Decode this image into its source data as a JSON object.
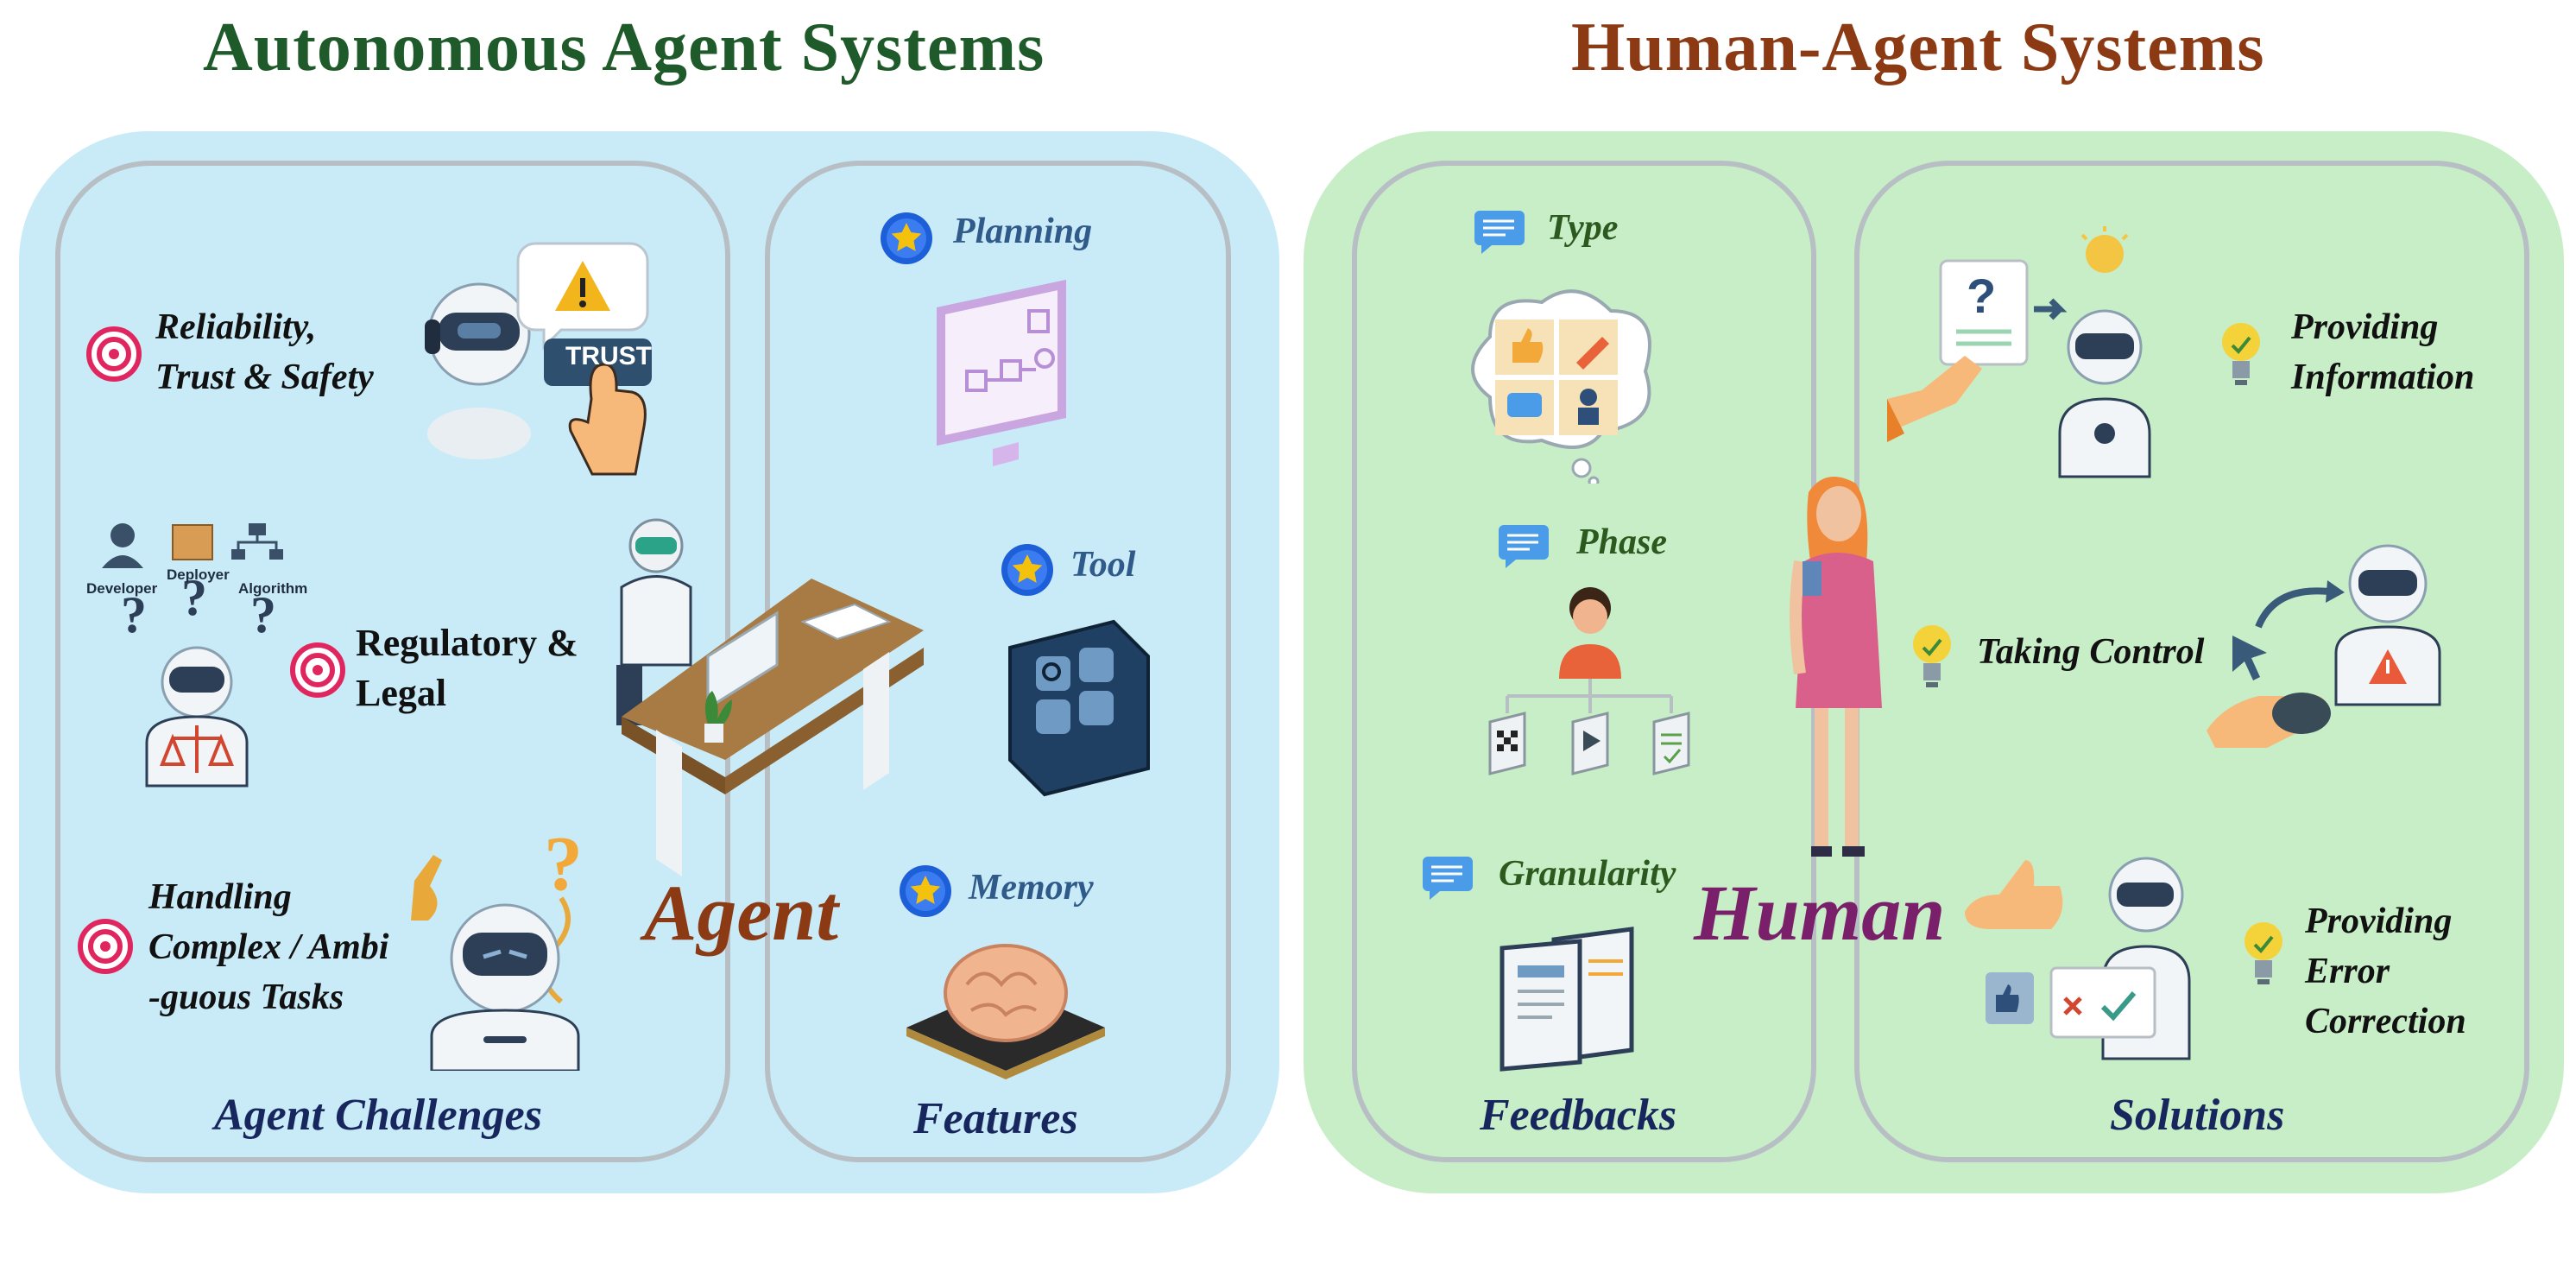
{
  "titles": {
    "left": "Autonomous Agent Systems",
    "right": "Human-Agent Systems"
  },
  "colors": {
    "left_title": "#1f5a2b",
    "right_title": "#8b3a14",
    "left_panel": "#c9ebf8",
    "right_panel": "#c8eec8",
    "agent_word": "#8b3a14",
    "human_word": "#7a1f6a",
    "section_label": "#17275e"
  },
  "challenges": {
    "section_label": "Agent Challenges",
    "items": [
      {
        "line1": "Reliability,",
        "line2": "Trust & Safety"
      },
      {
        "line1": "Regulatory &",
        "line2": "Legal"
      },
      {
        "line1": "Handling",
        "line2": "Complex / Ambi",
        "line3": "-guous Tasks"
      }
    ],
    "trust_sign": "TRUST",
    "roles": [
      "Developer",
      "Deployer",
      "Algorithm"
    ]
  },
  "features": {
    "section_label": "Features",
    "items": [
      "Planning",
      "Tool",
      "Memory"
    ]
  },
  "center_labels": {
    "agent": "Agent",
    "human": "Human"
  },
  "feedbacks": {
    "section_label": "Feedbacks",
    "items": [
      "Type",
      "Phase",
      "Granularity"
    ]
  },
  "solutions": {
    "section_label": "Solutions",
    "items": [
      {
        "line1": "Providing",
        "line2": "Information"
      },
      {
        "line1": "Taking Control"
      },
      {
        "line1": "Providing",
        "line2": "Error",
        "line3": "Correction"
      }
    ]
  },
  "icons": [
    "target-icon",
    "star-badge-icon",
    "chat-bubble-icon",
    "lightbulb-icon",
    "robot-icon",
    "brain-chip-icon",
    "toolbox-icon",
    "whiteboard-icon",
    "desk-icon",
    "woman-icon"
  ]
}
